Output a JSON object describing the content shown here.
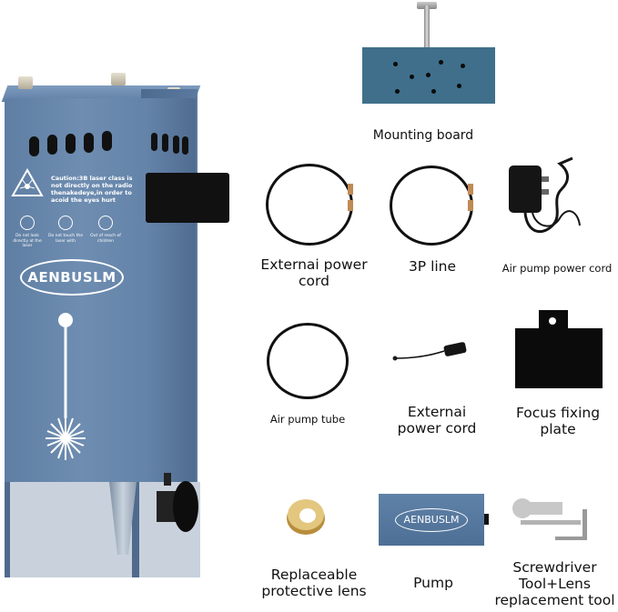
{
  "brand": "AENBUSLM",
  "laser_module": {
    "warning_text": "Caution:3B laser class is not directly on the radio thenakedeye,in order to acoid the eyes hurt",
    "icon_labels": [
      "Do not look directly at the laser",
      "Do not touch the laser with",
      "Out of reach of children"
    ]
  },
  "captions": {
    "mounting_board": "Mounting board",
    "external_power_cord_1": "Externai power\ncord",
    "three_p_line": "3P line",
    "air_pump_power_cord": "Air pump power cord",
    "air_pump_tube": "Air pump tube",
    "external_power_cord_2": "Externai\npower cord",
    "focus_fixing_plate": "Focus fixing\nplate",
    "replaceable_lens": "Replaceable\nprotective lens",
    "pump": "Pump",
    "screwdriver_tool": "Screwdriver\nTool+Lens\nreplacement tool"
  },
  "colors": {
    "module_blue": "#6483a8",
    "board_blue": "#3f6f8a",
    "pump_blue": "#5a7ca2",
    "black": "#111111"
  }
}
